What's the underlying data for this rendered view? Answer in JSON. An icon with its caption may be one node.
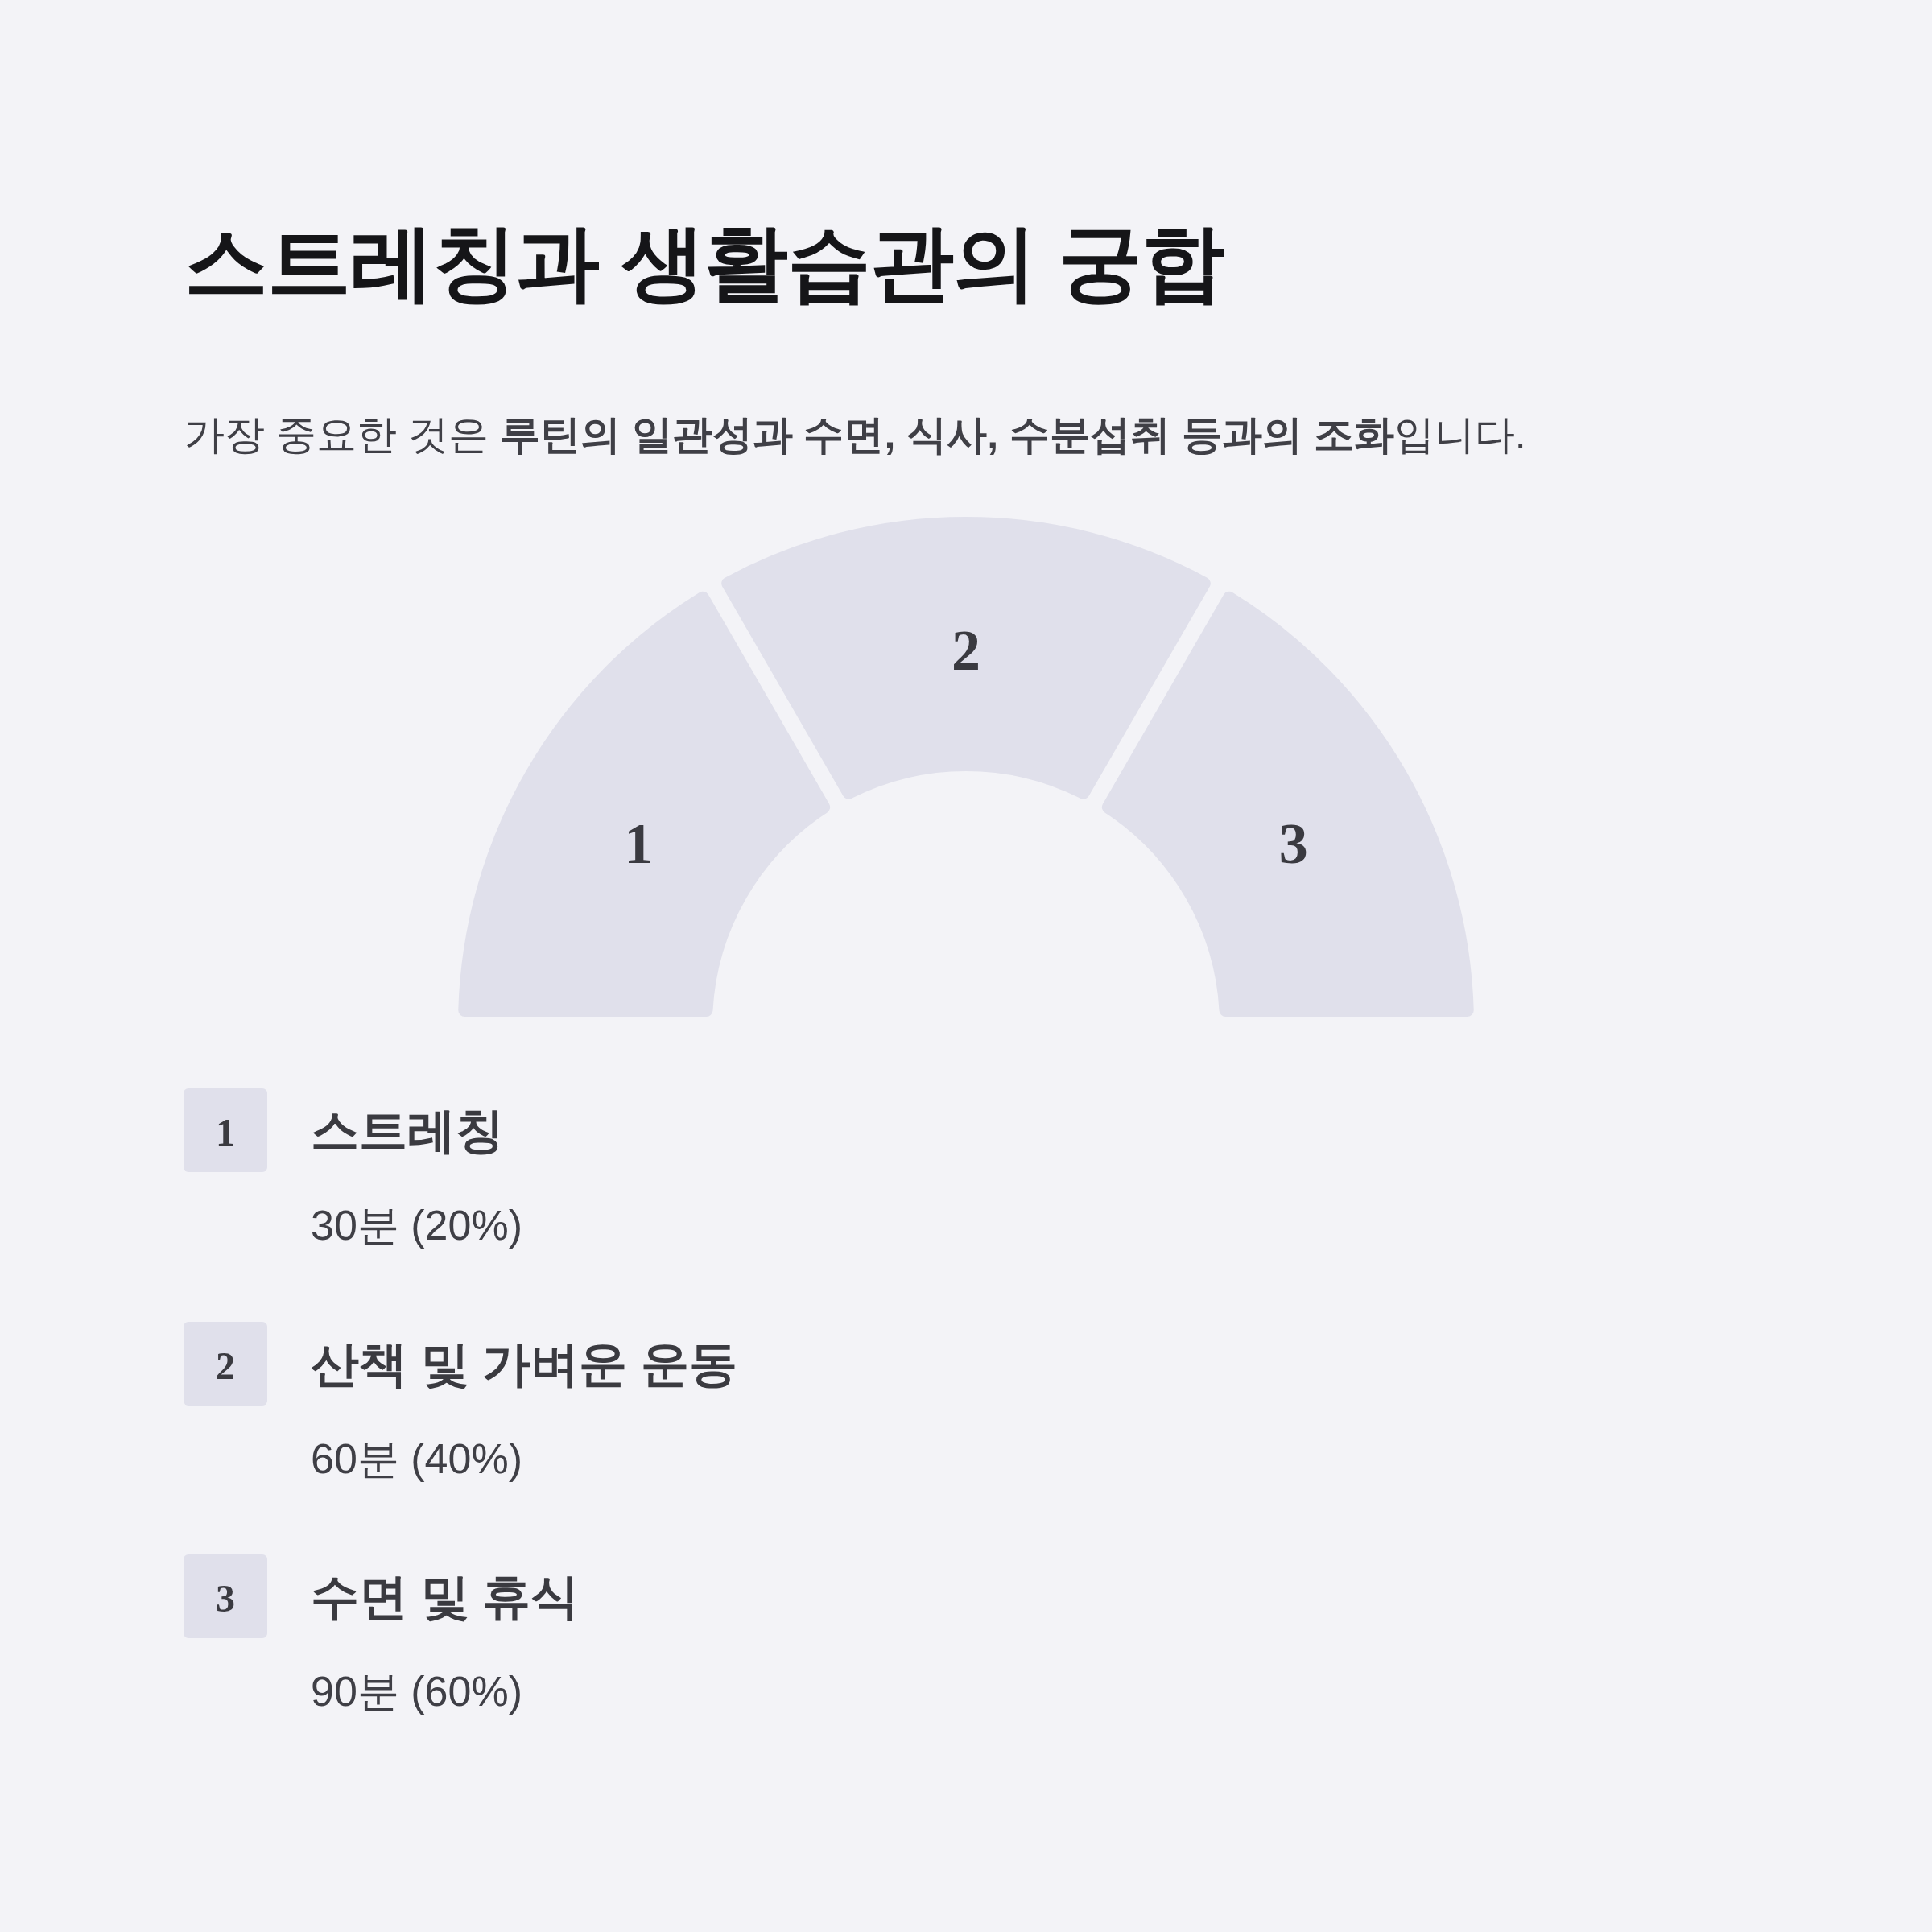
{
  "diagram": {
    "title": "스트레칭과 생활습관의 궁합",
    "nodes": [
      {
        "text": [
          "1"
        ]
      },
      {
        "text": [
          "2"
        ]
      },
      {
        "text": [
          "3"
        ]
      },
      {
        "text": [
          "1"
        ],
        "beside": [
          "스트레칭",
          "30분 (20%)"
        ]
      },
      {
        "text": [
          "2"
        ],
        "beside": [
          "산책 및 가벼운 운동",
          "60분 (40%)"
        ]
      },
      {
        "text": [
          "3"
        ],
        "beside": [
          "수면 및 휴식",
          "90분 (60%)"
        ]
      }
    ],
    "labels": [
      "가장 중요한 것은 **루틴의 일관성과 수면, 식사, 수분섭취 등과의 조화**입니다."
    ]
  }
}
